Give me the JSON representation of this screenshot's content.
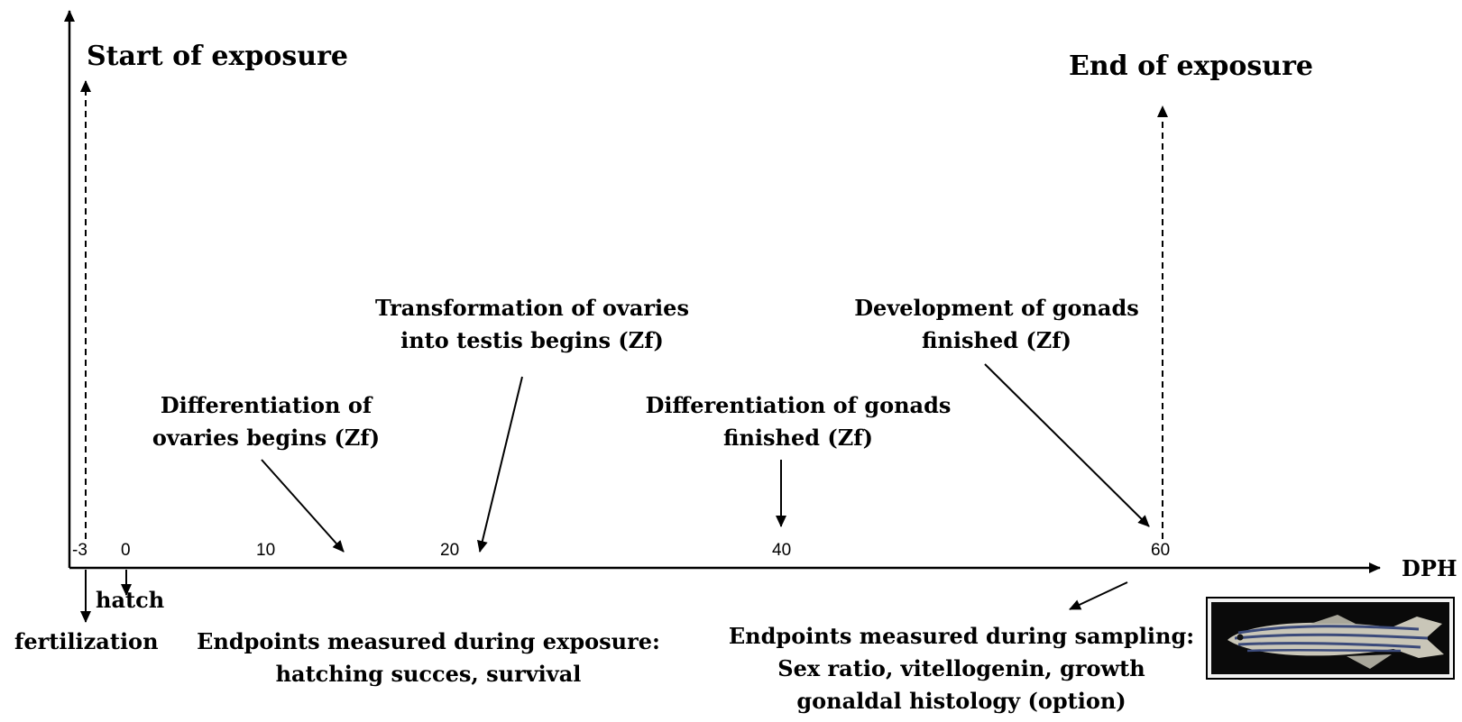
{
  "axis": {
    "x_label": "DPH",
    "ticks": [
      "-3",
      "0",
      "10",
      "20",
      "40",
      "60"
    ]
  },
  "exposure": {
    "start": "Start of exposure",
    "end": "End of exposure"
  },
  "below_axis": {
    "fertilization": "fertilization",
    "hatch": "hatch"
  },
  "events": {
    "ovary_diff": [
      "Differentiation of",
      "ovaries begins (Zf)"
    ],
    "transform": [
      "Transformation of ovaries",
      "into testis begins (Zf)"
    ],
    "gonad_diff": [
      "Differentiation of gonads",
      "finished (Zf)"
    ],
    "gonad_dev": [
      "Development of gonads",
      "finished (Zf)"
    ]
  },
  "endpoints": {
    "exposure": [
      "Endpoints measured during exposure:",
      "hatching succes, survival"
    ],
    "sampling": [
      "Endpoints measured during sampling:",
      "Sex ratio, vitellogenin, growth",
      "gonaldal histology (option)"
    ]
  },
  "image": {
    "name": "zebrafish-photo"
  }
}
